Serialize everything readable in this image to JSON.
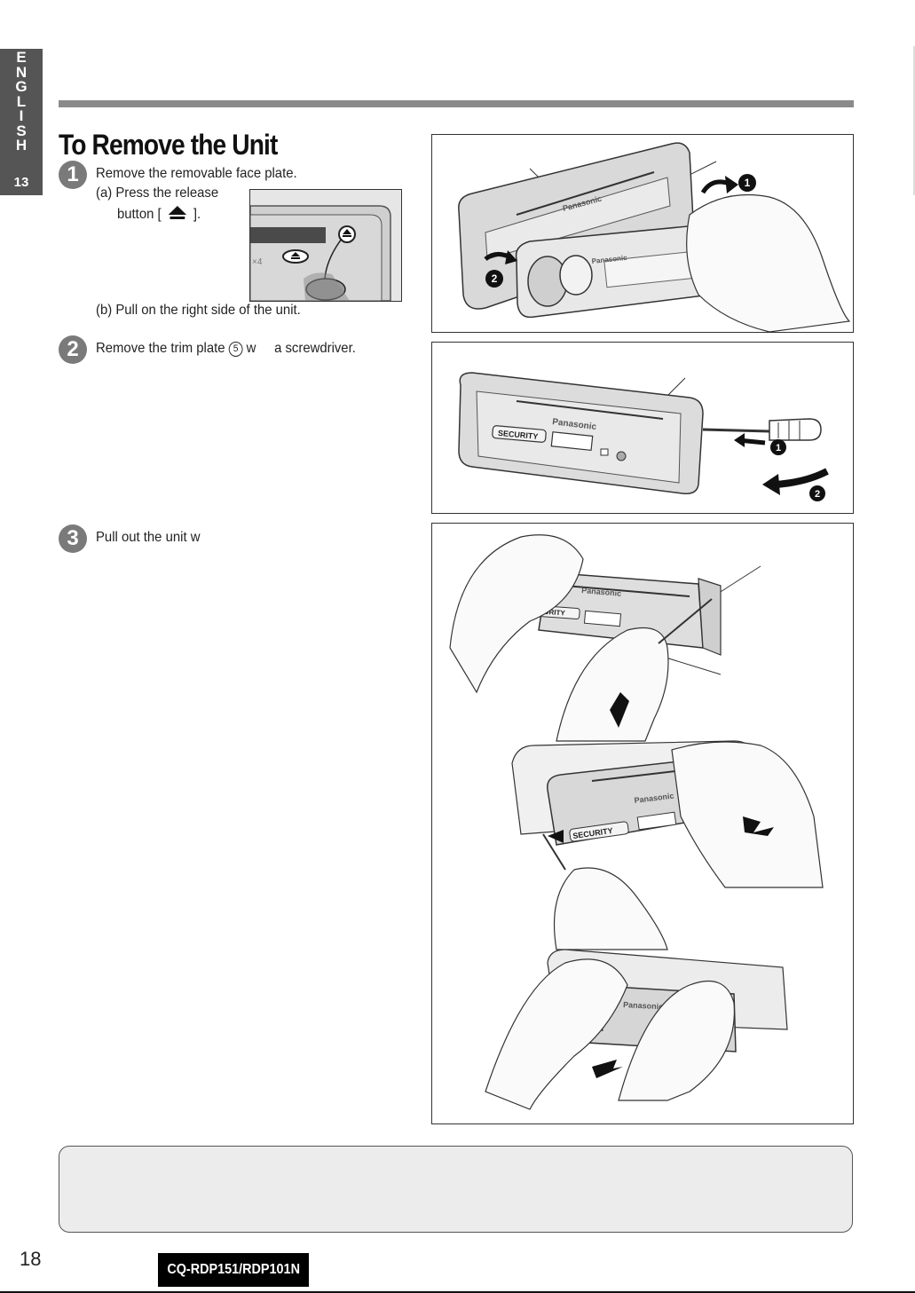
{
  "sidebar": {
    "language_letters": [
      "E",
      "N",
      "G",
      "L",
      "I",
      "S",
      "H"
    ],
    "section_number": "13"
  },
  "title": "To Remove the Unit",
  "steps": [
    {
      "number": "1",
      "text": "Remove the removable face plate.",
      "sub_a_line1": "(a) Press the release",
      "sub_a_line2_pre": "button [",
      "sub_a_line2_post": "].",
      "sub_b": "(b) Pull on the right side of the unit."
    },
    {
      "number": "2",
      "text_pre": "Remove the trim plate",
      "circled": "5",
      "text_post": "w     a screwdriver."
    },
    {
      "number": "3",
      "text": "Pull out the unit w"
    }
  ],
  "figures": {
    "brand": "Panasonic",
    "security_label": "SECURITY",
    "security_label_partial": "CURITY",
    "security_label_partial2": "ITY",
    "callout_1": "❶",
    "callout_2": "❷",
    "inset_x4": "×4"
  },
  "footer": {
    "page_number": "18",
    "model": "CQ-RDP151/RDP101N"
  },
  "colors": {
    "tab_bg": "#555555",
    "rule": "#8a8a8a",
    "note_bg": "#ececec",
    "model_bg": "#000000"
  }
}
